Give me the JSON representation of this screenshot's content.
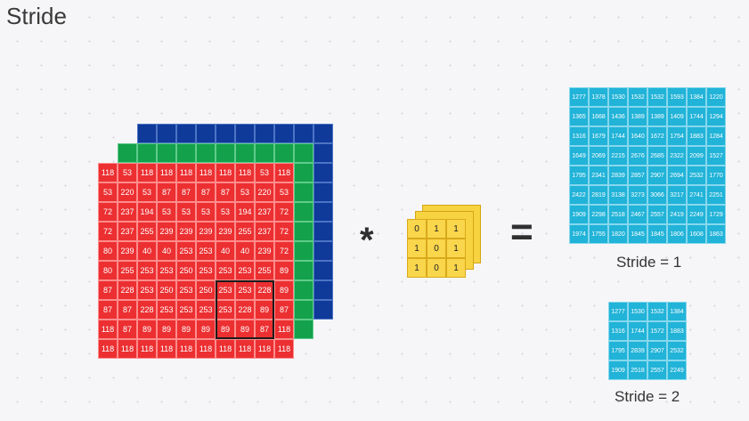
{
  "title": "Stride",
  "colors": {
    "red_channel": "#ec2f31",
    "green_channel": "#14a14c",
    "blue_channel": "#0f3a9a",
    "kernel": "#f9d64c",
    "output": "#21b3d8"
  },
  "input": [
    [
      "118",
      "53",
      "118",
      "118",
      "118",
      "118",
      "118",
      "118",
      "53",
      "118"
    ],
    [
      "53",
      "220",
      "53",
      "87",
      "87",
      "87",
      "87",
      "53",
      "220",
      "53"
    ],
    [
      "72",
      "237",
      "194",
      "53",
      "53",
      "53",
      "53",
      "194",
      "237",
      "72"
    ],
    [
      "72",
      "237",
      "255",
      "239",
      "239",
      "239",
      "239",
      "255",
      "237",
      "72"
    ],
    [
      "80",
      "239",
      "40",
      "40",
      "253",
      "253",
      "40",
      "40",
      "239",
      "72"
    ],
    [
      "80",
      "255",
      "253",
      "253",
      "250",
      "253",
      "253",
      "253",
      "255",
      "89"
    ],
    [
      "87",
      "228",
      "253",
      "250",
      "253",
      "250",
      "253",
      "253",
      "228",
      "89"
    ],
    [
      "87",
      "87",
      "228",
      "253",
      "253",
      "253",
      "253",
      "228",
      "89",
      "87"
    ],
    [
      "118",
      "87",
      "89",
      "89",
      "89",
      "89",
      "89",
      "89",
      "87",
      "118"
    ],
    [
      "118",
      "118",
      "118",
      "118",
      "118",
      "118",
      "118",
      "118",
      "118",
      "118"
    ]
  ],
  "operators": {
    "convolve": "*",
    "equals": "="
  },
  "kernel": [
    [
      "0",
      "1",
      "1"
    ],
    [
      "1",
      "0",
      "1"
    ],
    [
      "1",
      "0",
      "1"
    ]
  ],
  "output_stride1": [
    [
      "1277",
      "1378",
      "1530",
      "1532",
      "1532",
      "1593",
      "1384",
      "1220"
    ],
    [
      "1365",
      "1668",
      "1436",
      "1389",
      "1389",
      "1409",
      "1744",
      "1294"
    ],
    [
      "1316",
      "1679",
      "1744",
      "1640",
      "1672",
      "1754",
      "1883",
      "1284"
    ],
    [
      "1649",
      "2069",
      "2215",
      "2676",
      "2685",
      "2322",
      "2099",
      "1527"
    ],
    [
      "1795",
      "2341",
      "2839",
      "2857",
      "2907",
      "2694",
      "2532",
      "1770"
    ],
    [
      "2422",
      "2819",
      "3138",
      "3273",
      "3066",
      "3217",
      "2741",
      "2251"
    ],
    [
      "1909",
      "2298",
      "2518",
      "2467",
      "2557",
      "2419",
      "2249",
      "1729"
    ],
    [
      "1974",
      "1755",
      "1820",
      "1845",
      "1845",
      "1806",
      "1608",
      "1863"
    ]
  ],
  "output_stride2": [
    [
      "1277",
      "1530",
      "1532",
      "1384"
    ],
    [
      "1316",
      "1744",
      "1572",
      "1883"
    ],
    [
      "1795",
      "2839",
      "2907",
      "2532"
    ],
    [
      "1909",
      "2518",
      "2557",
      "2249"
    ]
  ],
  "labels": {
    "stride1": "Stride = 1",
    "stride2": "Stride = 2"
  }
}
